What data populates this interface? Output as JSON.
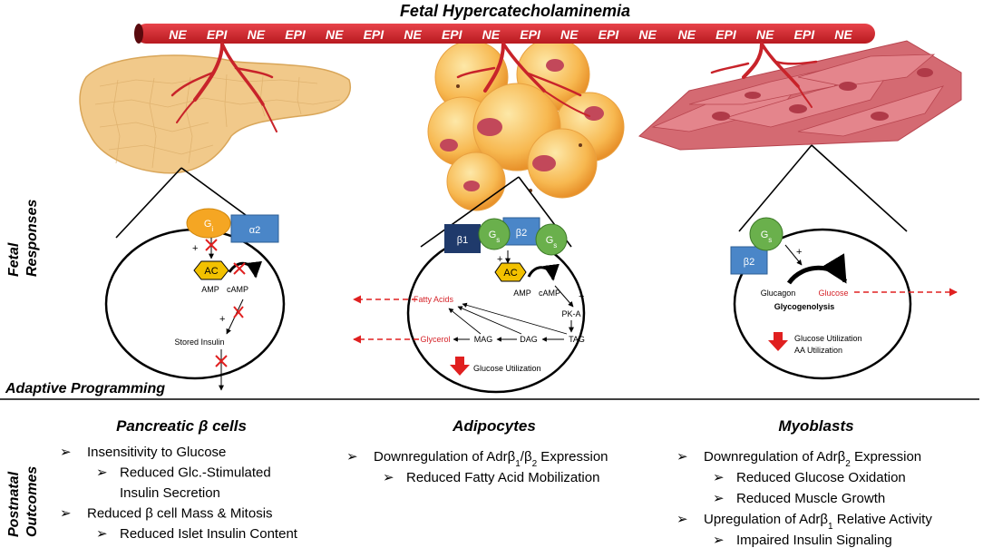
{
  "title": "Fetal Hypercatecholaminemia",
  "vessel_labels": [
    "NE",
    "EPI",
    "NE",
    "EPI",
    "NE",
    "EPI",
    "NE",
    "EPI",
    "NE",
    "EPI",
    "NE",
    "EPI",
    "NE",
    "NE",
    "EPI",
    "NE",
    "EPI",
    "NE"
  ],
  "side_labels": {
    "fetal_responses": [
      "Fetal",
      "Responses"
    ],
    "adaptive_programming": "Adaptive Programming",
    "postnatal_outcomes": [
      "Postnatal",
      "Outcomes"
    ]
  },
  "colors": {
    "vessel": "#d6242a",
    "gi_orange": "#f5a623",
    "receptor_blue": "#4a86c8",
    "beta1_navy": "#1f3a6b",
    "gs_green": "#6ab04c",
    "ac_yellow": "#f2c100",
    "inhibit_red": "#e02020"
  },
  "pancreas_cell": {
    "gi": "Gi",
    "alpha2": "α2",
    "plus1": "+",
    "ac": "AC",
    "amp": "AMP",
    "camp": "cAMP",
    "plus2": "+",
    "stored_insulin": "Stored Insulin"
  },
  "adipocyte_cell": {
    "beta1": "β1",
    "gs1": "Gs",
    "beta2": "β2",
    "gs2": "Gs",
    "plus1": "+",
    "ac": "AC",
    "amp": "AMP",
    "camp": "cAMP",
    "plus2": "+",
    "pka": "PK-A",
    "fatty_acids": "Fatty Acids",
    "glycerol": "Glycerol",
    "mag": "MAG",
    "dag": "DAG",
    "tag": "TAG",
    "glucose_util": "Glucose Utilization"
  },
  "myoblast_cell": {
    "gs": "Gs",
    "beta2": "β2",
    "plus": "+",
    "glucagon": "Glucagon",
    "glucose": "Glucose",
    "glycogenolysis": "Glycogenolysis",
    "glucose_util": "Glucose Utilization",
    "aa_util": "AA Utilization"
  },
  "outcomes": {
    "pancreatic": {
      "heading": "Pancreatic β cells",
      "items": [
        {
          "level": 1,
          "text": "Insensitivity to Glucose"
        },
        {
          "level": 2,
          "text": "Reduced Glc.-Stimulated"
        },
        {
          "level": 3,
          "text": "Insulin Secretion"
        },
        {
          "level": 1,
          "text": "Reduced β cell Mass & Mitosis"
        },
        {
          "level": 2,
          "text": "Reduced Islet Insulin Content"
        }
      ]
    },
    "adipocytes": {
      "heading": "Adipocytes",
      "items": [
        {
          "level": 1,
          "text": "Downregulation of Adrβ1/β2 Expression"
        },
        {
          "level": 2,
          "text": "Reduced Fatty Acid Mobilization"
        }
      ]
    },
    "myoblasts": {
      "heading": "Myoblasts",
      "items": [
        {
          "level": 1,
          "text": "Downregulation of Adrβ2 Expression"
        },
        {
          "level": 2,
          "text": "Reduced Glucose Oxidation"
        },
        {
          "level": 2,
          "text": "Reduced Muscle Growth"
        },
        {
          "level": 1,
          "text": "Upregulation of Adrβ1 Relative Activity"
        },
        {
          "level": 2,
          "text": "Impaired Insulin Signaling"
        }
      ]
    }
  }
}
